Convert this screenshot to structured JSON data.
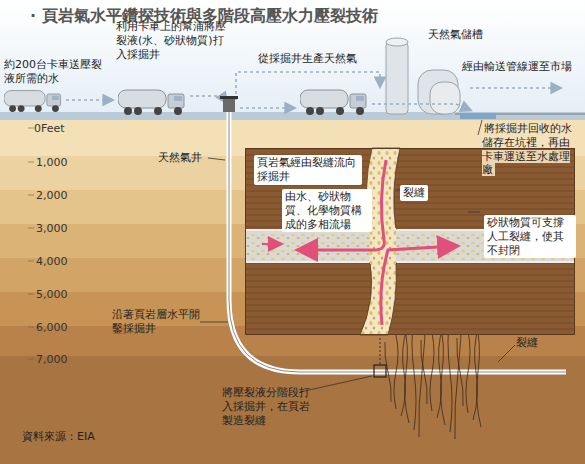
{
  "diagram": {
    "title": "· 頁岩氣水平鑽探技術與多階段高壓水力壓裂技術",
    "nodes": [
      {
        "text": [
          "頁岩氣經由裂縫流向採掘井",
          "裂縫",
          "由水、砂狀物質、化學物質構成的多相流場",
          "砂狀物質可支撐人工裂縫，使其不封閉"
        ]
      }
    ],
    "labels": [
      "約200台卡車送壓裂液所需的水",
      "利用卡車上的幫浦將壓裂液(水、砂狀物質)打入採掘井",
      "從採掘井生產天然氣",
      "天然氣儲槽",
      "經由輸送管線運至市場",
      "將採掘井回收的水儲存在坑裡，再由卡車運送至水處理廠",
      "0Feet",
      "1,000",
      "2,000",
      "3,000",
      "4,000",
      "5,000",
      "6,000",
      "7,000",
      "天然氣井",
      "沿著頁岩層水平開鑿採掘井",
      "裂縫",
      "將壓裂液分階段打入採掘井，在頁岩製造裂縫",
      "資料來源：EIA"
    ]
  }
}
